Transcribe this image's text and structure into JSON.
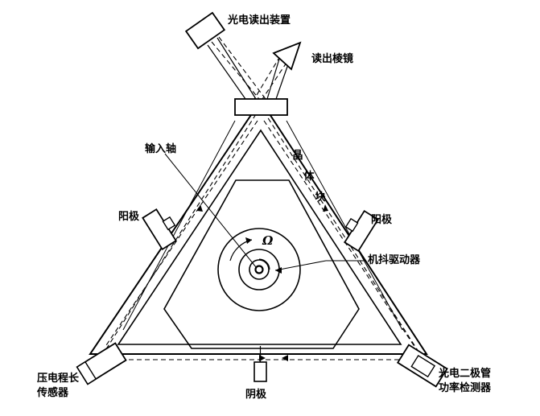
{
  "labels": {
    "photo_readout": "光电读出装置",
    "readout_prism": "读出棱镜",
    "input_axis": "输入轴",
    "crystal_block_1": "晶",
    "crystal_block_2": "体",
    "crystal_block_3": "块",
    "anode_left": "阳极",
    "anode_right": "阳极",
    "omega": "Ω",
    "dither_driver": "机抖驱动器",
    "piezo_line1": "压电程长",
    "piezo_line2": "传感器",
    "photodiode_line1": "光电二极管",
    "photodiode_line2": "功率检测器",
    "cathode": "阴极"
  },
  "colors": {
    "line": "#000000",
    "background": "#ffffff"
  }
}
